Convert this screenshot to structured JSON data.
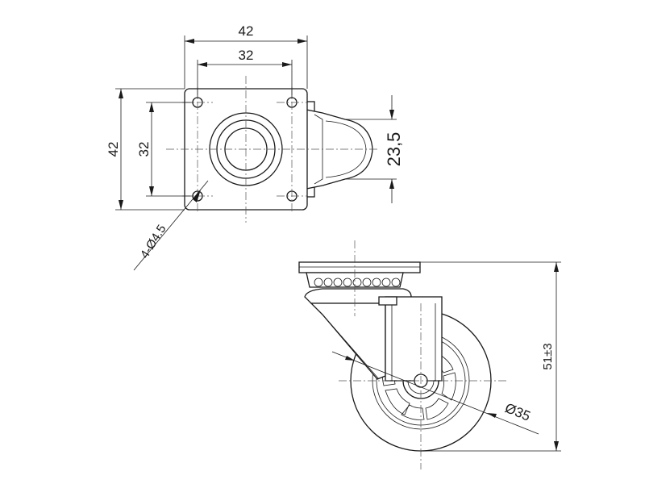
{
  "drawing": {
    "top_view": {
      "plate_width": "42",
      "hole_spacing_horizontal": "32",
      "plate_height": "42",
      "hole_spacing_vertical": "32",
      "offset": "23,5",
      "holes": "4-Ø4.5"
    },
    "side_view": {
      "total_height": "51±3",
      "wheel_diameter": "Ø35"
    }
  }
}
